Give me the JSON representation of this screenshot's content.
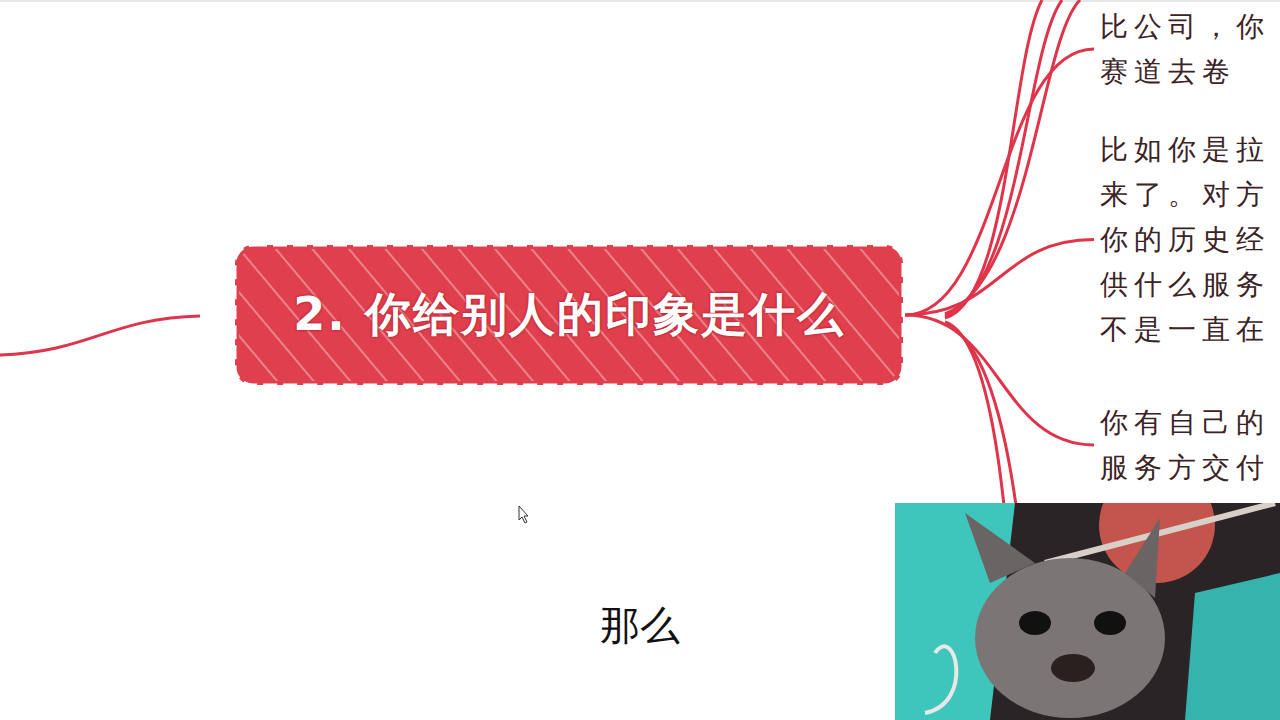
{
  "diagram": {
    "nodes": [
      {
        "text": [
          "2. 你给别人的印象是什么"
        ]
      },
      {
        "text": [
          "比公司，你 赛道去卷"
        ]
      },
      {
        "text": [
          "比如你是拉 来了。对方 你的历史经 供什么服务 不是一直在"
        ]
      },
      {
        "text": [
          "你有自己的 服务方交付"
        ]
      }
    ],
    "edges": [
      {
        "from": 0,
        "to": 1,
        "arrow": "none"
      },
      {
        "from": 0,
        "to": 2,
        "arrow": "none"
      },
      {
        "from": 0,
        "to": 3,
        "arrow": "none"
      }
    ],
    "labels": [
      "那么"
    ]
  }
}
